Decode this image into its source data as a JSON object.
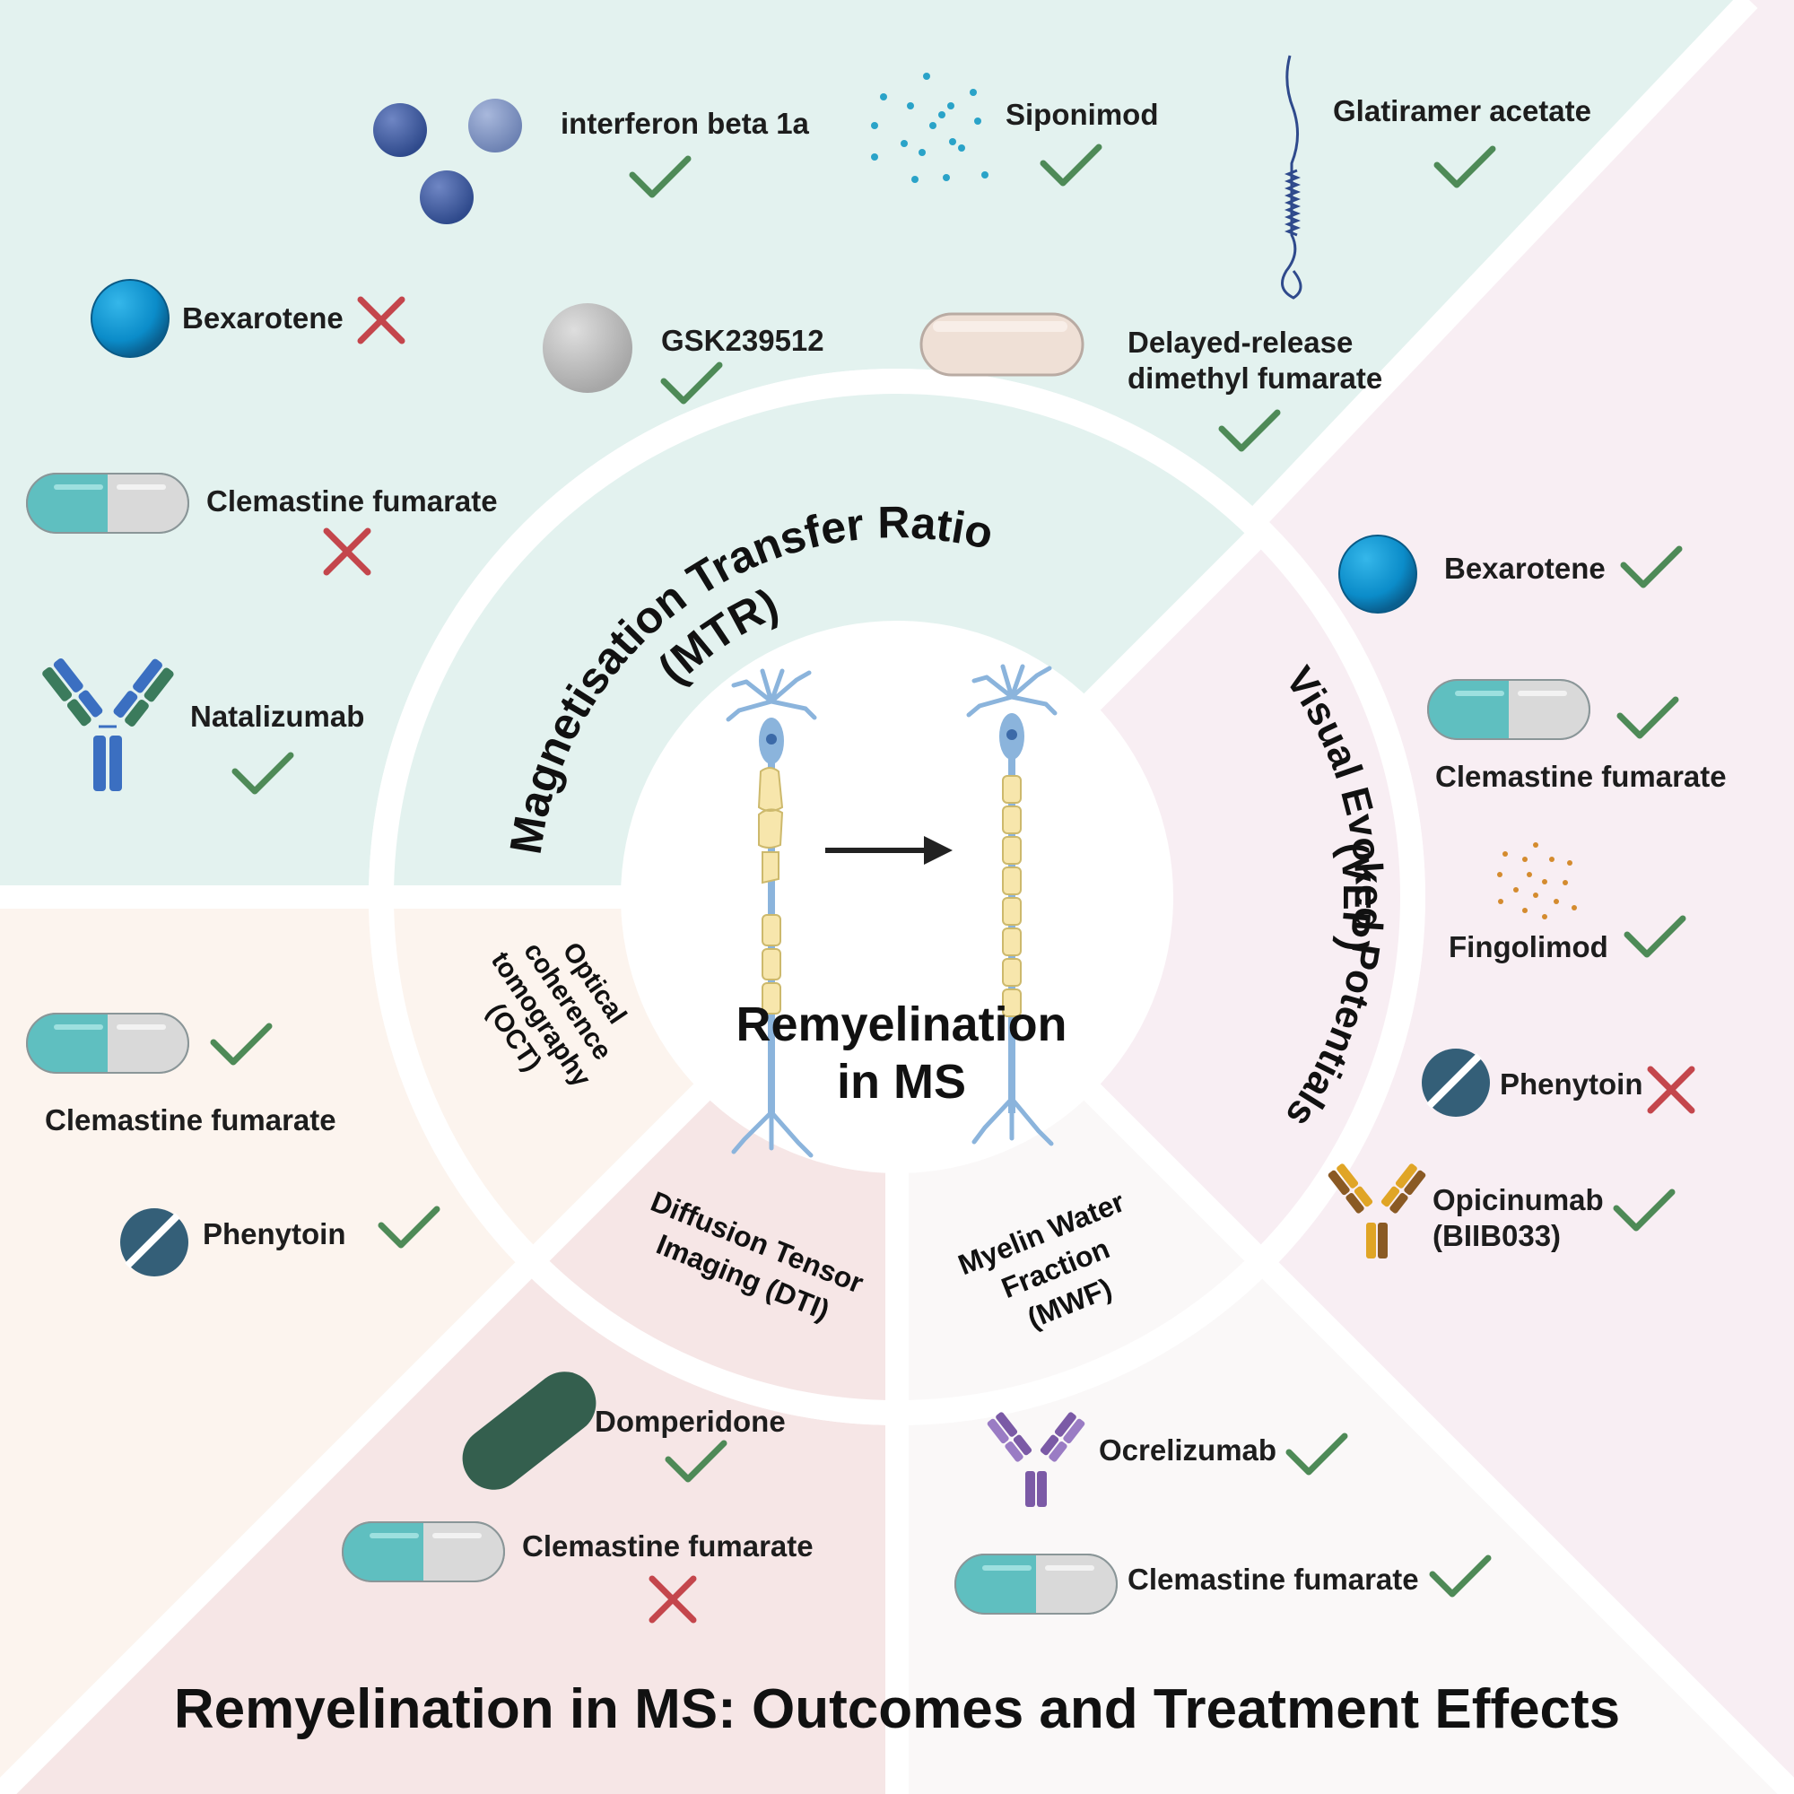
{
  "title": "Remyelination in MS: Outcomes and Treatment Effects",
  "center": {
    "line1": "Remyelination",
    "line2": "in MS"
  },
  "colors": {
    "mtr_bg": "#e3f2ef",
    "vep_bg": "#f8eef3",
    "oct_bg": "#fcf4ee",
    "dti_bg": "#f6e6e6",
    "mwf_bg": "#f9f7f7",
    "check": "#4e8a57",
    "cross": "#c4464c"
  },
  "sectors": {
    "mtr": {
      "label_line1": "Magnetisation Transfer Ratio",
      "label_line2": "(MTR)",
      "drugs": [
        {
          "name": "interferon beta 1a",
          "icon": "spheres-icon",
          "effect": "check"
        },
        {
          "name": "Siponimod",
          "icon": "dots-icon",
          "effect": "check"
        },
        {
          "name": "Glatiramer acetate",
          "icon": "peptide-chain-icon",
          "effect": "check"
        },
        {
          "name": "Bexarotene",
          "icon": "blue-sphere-icon",
          "effect": "cross"
        },
        {
          "name": "GSK239512",
          "icon": "grey-sphere-icon",
          "effect": "check"
        },
        {
          "name": "Delayed-release dimethyl fumarate",
          "icon": "tablet-icon",
          "effect": "check"
        },
        {
          "name": "Clemastine fumarate",
          "icon": "capsule-icon",
          "effect": "cross"
        },
        {
          "name": "Natalizumab",
          "icon": "antibody-icon",
          "effect": "check"
        }
      ]
    },
    "vep": {
      "label_line1": "Visual Evoked Potentials",
      "label_line2": "(VEP)",
      "drugs": [
        {
          "name": "Bexarotene",
          "icon": "blue-sphere-icon",
          "effect": "check"
        },
        {
          "name": "Clemastine fumarate",
          "icon": "capsule-icon",
          "effect": "check"
        },
        {
          "name": "Fingolimod",
          "icon": "dots-icon",
          "effect": "check"
        },
        {
          "name": "Phenytoin",
          "icon": "scored-pill-icon",
          "effect": "cross"
        },
        {
          "name": "Opicinumab (BIIB033)",
          "icon": "antibody-icon",
          "effect": "check"
        }
      ]
    },
    "oct": {
      "label_lines": [
        "Optical",
        "coherence",
        "tomography",
        "(OCT)"
      ],
      "drugs": [
        {
          "name": "Clemastine fumarate",
          "icon": "capsule-icon",
          "effect": "check"
        },
        {
          "name": "Phenytoin",
          "icon": "scored-pill-icon",
          "effect": "check"
        }
      ]
    },
    "dti": {
      "label_lines": [
        "Diffusion Tensor",
        "Imaging (DTI)"
      ],
      "drugs": [
        {
          "name": "Domperidone",
          "icon": "green-pill-icon",
          "effect": "check"
        },
        {
          "name": "Clemastine fumarate",
          "icon": "capsule-icon",
          "effect": "cross"
        }
      ]
    },
    "mwf": {
      "label_lines": [
        "Myelin Water",
        "Fraction",
        "(MWF)"
      ],
      "drugs": [
        {
          "name": "Ocrelizumab",
          "icon": "antibody-icon",
          "effect": "check"
        },
        {
          "name": "Clemastine fumarate",
          "icon": "capsule-icon",
          "effect": "check"
        }
      ]
    }
  }
}
